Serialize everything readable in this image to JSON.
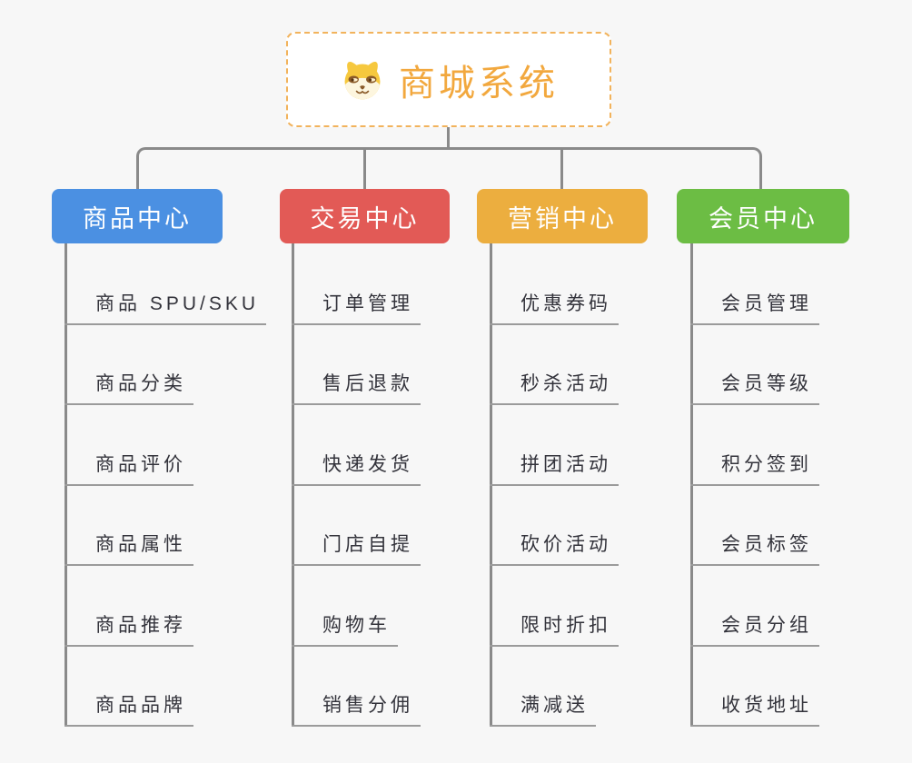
{
  "root": {
    "title": "商城系统",
    "icon": "dog-face-icon",
    "title_color": "#F2A83E",
    "border_color": "#F2B35C"
  },
  "branches": [
    {
      "label": "商品中心",
      "color": "#4B90E2",
      "children": [
        "商品 SPU/SKU",
        "商品分类",
        "商品评价",
        "商品属性",
        "商品推荐",
        "商品品牌"
      ]
    },
    {
      "label": "交易中心",
      "color": "#E25A56",
      "children": [
        "订单管理",
        "售后退款",
        "快递发货",
        "门店自提",
        "购物车",
        "销售分佣"
      ]
    },
    {
      "label": "营销中心",
      "color": "#ECAE3F",
      "children": [
        "优惠券码",
        "秒杀活动",
        "拼团活动",
        "砍价活动",
        "限时折扣",
        "满减送"
      ]
    },
    {
      "label": "会员中心",
      "color": "#6CBD44",
      "children": [
        "会员管理",
        "会员等级",
        "积分签到",
        "会员标签",
        "会员分组",
        "收货地址"
      ]
    }
  ],
  "connector_color": "#8A8A8A",
  "leaf_underline_color": "#9B9B9B",
  "background_color": "#F7F7F7"
}
